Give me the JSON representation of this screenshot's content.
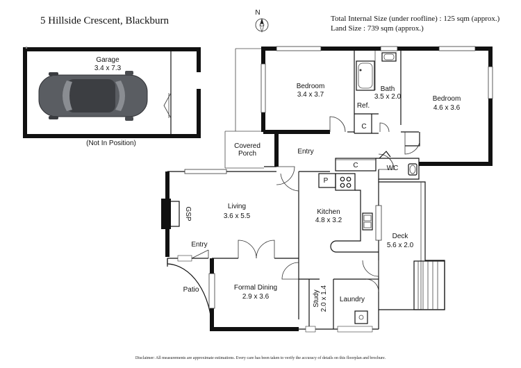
{
  "header": {
    "address": "5 Hillside Crescent, Blackburn",
    "internal_size": "Total Internal Size (under roofline) :  125 sqm (approx.)",
    "land_size": "Land Size :  739 sqm (approx.)",
    "north": "N"
  },
  "rooms": {
    "garage_name": "Garage",
    "garage_dims": "3.4 x 7.3",
    "garage_note": "(Not In Position)",
    "bedroom1_name": "Bedroom",
    "bedroom1_dims": "3.4 x 3.7",
    "bath_name": "Bath",
    "bath_dims": "3.5 x 2.0",
    "bedroom2_name": "Bedroom",
    "bedroom2_dims": "4.6 x 3.6",
    "ref": "Ref.",
    "cupboard1": "C",
    "cupboard2": "C",
    "covered_porch_1": "Covered",
    "covered_porch_2": "Porch",
    "entry_main": "Entry",
    "wc": "WC",
    "pantry": "P",
    "living_name": "Living",
    "living_dims": "3.6 x 5.5",
    "gsp": "GSP",
    "entry_living": "Entry",
    "kitchen_name": "Kitchen",
    "kitchen_dims": "4.8 x 3.2",
    "deck_name": "Deck",
    "deck_dims": "5.6 x 2.0",
    "patio": "Patio",
    "formal_dining_name": "Formal Dining",
    "formal_dining_dims": "2.9 x 3.6",
    "study_name": "Study",
    "study_dims": "2.0 x 1.4",
    "laundry": "Laundry"
  },
  "footer": {
    "disclaimer": "Disclaimer: All measurements are approximate estimations. Every care has been taken to verify the accuracy of details on this floorplan and brochure."
  }
}
